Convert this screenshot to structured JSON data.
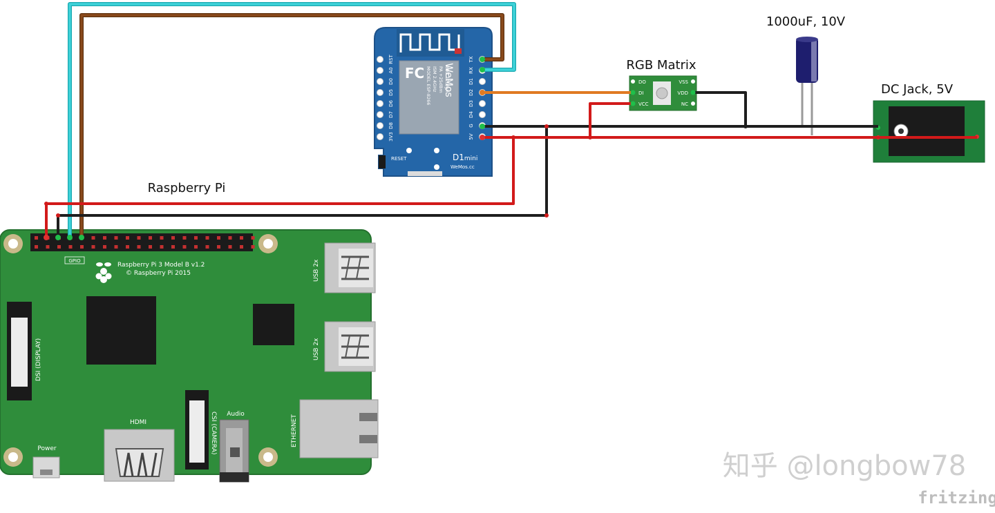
{
  "labels": {
    "capacitor": "1000uF, 10V",
    "rgb_matrix": "RGB Matrix",
    "dc_jack": "DC Jack, 5V",
    "raspberry_pi": "Raspberry Pi"
  },
  "wemos": {
    "left_pins": [
      "RST",
      "A0",
      "D0",
      "D5",
      "D6",
      "D7",
      "D8",
      "3V3"
    ],
    "right_pins": [
      "TX",
      "RX",
      "D1",
      "D2",
      "D3",
      "D4",
      "G",
      "5V"
    ],
    "logo": "WeMos",
    "model_lines": [
      "MODEL  ESP-8266",
      "ISM 2.4GHz",
      "PA +25dBm",
      "802.11b/g/n"
    ],
    "reset": "RESET",
    "name": "D1",
    "name_suffix": "mini",
    "site": "WeMos.cc"
  },
  "rgb": {
    "left_pins": [
      "DO",
      "DI",
      "VCC"
    ],
    "right_pins": [
      "VSS",
      "VDD",
      "NC"
    ]
  },
  "rpi": {
    "model": "Raspberry Pi 3 Model B v1.2",
    "copyright": "© Raspberry Pi 2015",
    "gpio": "GPIO",
    "usb1": "USB 2x",
    "usb2": "USB 2x",
    "dsi": "DSI (DISPLAY)",
    "csi": "CSI (CAMERA)",
    "hdmi": "HDMI",
    "audio": "Audio",
    "ethernet": "ETHERNET",
    "power": "Power"
  },
  "watermark": "知乎 @longbow78",
  "brand": "fritzing",
  "colors": {
    "pcb_green": "#2f8d3b",
    "wemos_blue": "#2466a8",
    "wire_cyan": "#3fd3d9",
    "wire_brown": "#8a4a1c",
    "wire_orange": "#e07a22",
    "wire_red": "#d21a1a",
    "wire_black": "#1e1e1e",
    "jack_green": "#1f7f3a"
  }
}
